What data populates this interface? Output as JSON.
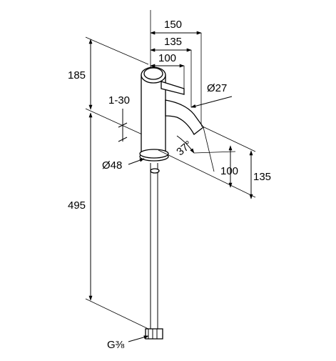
{
  "dimensions": {
    "width_150": "150",
    "width_135_top": "135",
    "width_100_top": "100",
    "height_185": "185",
    "height_495": "495",
    "range_1_30": "1-30",
    "diameter_27": "Ø27",
    "angle_37": "37°",
    "diameter_48": "Ø48",
    "height_100_right": "100",
    "height_135_right": "135",
    "thread_g38": "G⅜"
  }
}
